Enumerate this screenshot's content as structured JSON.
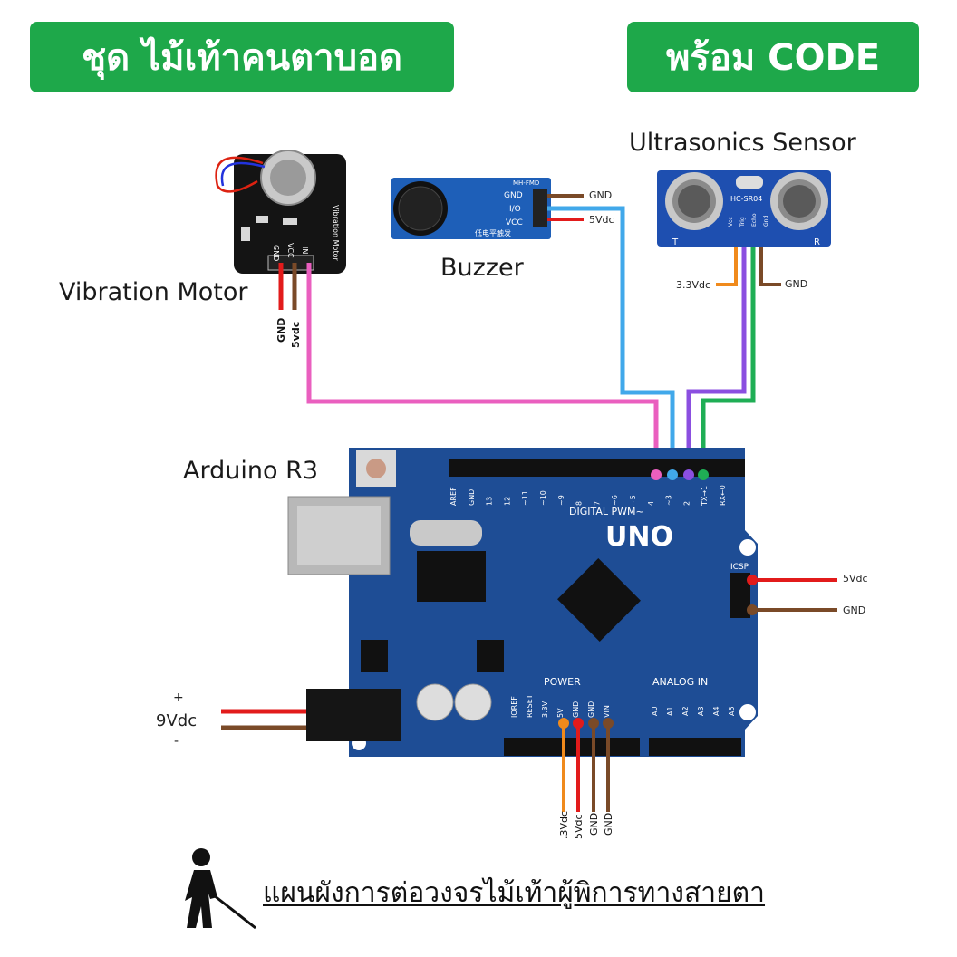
{
  "header": {
    "kit_title": "ชุด ไม้เท้าคนตาบอด",
    "code_badge": "พร้อม CODE"
  },
  "components": {
    "vibration_motor": {
      "label": "Vibration Motor",
      "board_text": "Vibration Motor",
      "pins": [
        "GND",
        "VCC",
        "IN"
      ],
      "wire_labels": [
        "GND",
        "5vdc"
      ]
    },
    "buzzer": {
      "label": "Buzzer",
      "model": "MH-FMD",
      "pins": [
        "GND",
        "I/O",
        "VCC"
      ],
      "chinese_text": "低电平触发",
      "wire_labels": [
        "GND",
        "5Vdc"
      ]
    },
    "ultrasonic": {
      "label": "Ultrasonics Sensor",
      "model": "HC-SR04",
      "pins": [
        "Vcc",
        "Trig",
        "Echo",
        "Gnd"
      ],
      "side_labels": [
        "T",
        "R"
      ],
      "wire_labels": [
        "3.3Vdc",
        "GND"
      ]
    },
    "arduino": {
      "label": "Arduino R3",
      "logo": "UNO",
      "digital_label": "DIGITAL PWM~",
      "power_label": "POWER",
      "analog_label": "ANALOG IN",
      "digital_pins": [
        "AREF",
        "GND",
        "13",
        "12",
        "~11",
        "~10",
        "~9",
        "8",
        "7",
        "~6",
        "~5",
        "4",
        "~3",
        "2",
        "TX→1",
        "RX←0"
      ],
      "power_pins": [
        "IOREF",
        "RESET",
        "3.3V",
        "5V",
        "GND",
        "GND",
        "VIN"
      ],
      "analog_pins": [
        "A0",
        "A1",
        "A2",
        "A3",
        "A4",
        "A5"
      ],
      "icsp_label": "ICSP",
      "icsp_wires": [
        "5Vdc",
        "GND"
      ],
      "power_wire_labels": [
        ".3Vdc",
        "5Vdc",
        "GND",
        "GND"
      ]
    },
    "supply": {
      "plus": "+",
      "voltage": "9Vdc",
      "minus": "-"
    }
  },
  "footer": {
    "title": "แผนผังการต่อวงจรไม้เท้าผู้พิการทางสายตา",
    "icon": "blind-person-cane-icon"
  },
  "colors": {
    "badge_green": "#1ea84a",
    "board_blue": "#1e4d95",
    "wire_red": "#e21b1b",
    "wire_brown": "#7a4a28",
    "wire_pink": "#ea5fbf",
    "wire_blue": "#41a8ea",
    "wire_purple": "#8b4fe0",
    "wire_green": "#1fae55",
    "wire_orange": "#f08a1c"
  }
}
